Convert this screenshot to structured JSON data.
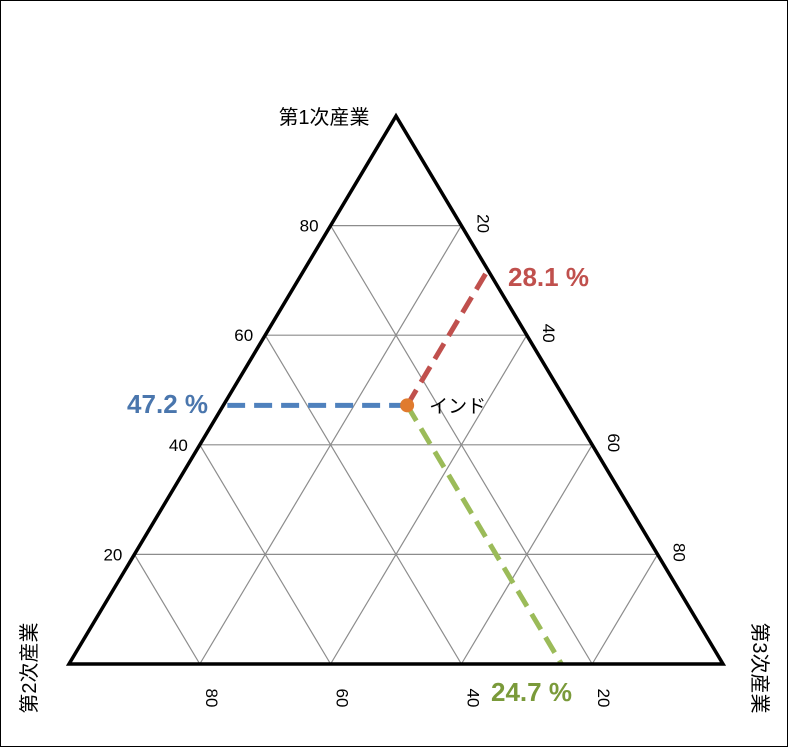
{
  "chart_data": {
    "type": "ternary",
    "corners": {
      "top": "第1次産業",
      "bottom_left": "第2次産業",
      "bottom_right": "第3次産業"
    },
    "tick_labels": {
      "left_edge": [
        "20",
        "40",
        "60",
        "80"
      ],
      "right_edge": [
        "20",
        "40",
        "60",
        "80"
      ],
      "bottom_edge": [
        "80",
        "60",
        "40",
        "20"
      ]
    },
    "grid": true,
    "grid_step": 20,
    "points": [
      {
        "label": "インド",
        "primary": 47.2,
        "secondary": 24.7,
        "tertiary": 28.1,
        "color": "#E07B2E"
      }
    ],
    "annotations": [
      {
        "text": "47.2 %",
        "axis": "primary",
        "color": "#4A76AD"
      },
      {
        "text": "28.1 %",
        "axis": "tertiary",
        "color": "#C0504D"
      },
      {
        "text": "24.7 %",
        "axis": "secondary",
        "color": "#7A9A3A"
      }
    ],
    "guide_colors": {
      "primary": "#4F81BD",
      "tertiary": "#C0504D",
      "secondary": "#9BBB59"
    }
  }
}
